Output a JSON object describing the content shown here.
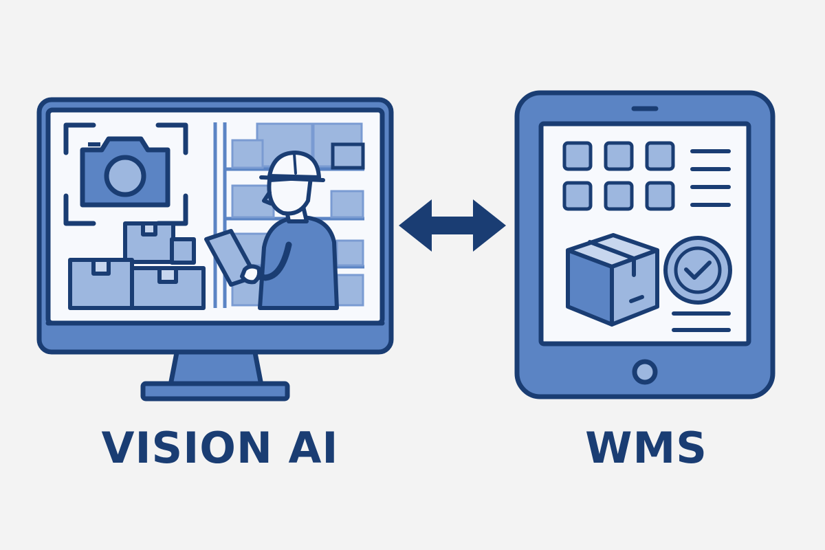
{
  "labels": {
    "left": "VISION AI",
    "right": "WMS"
  },
  "colors": {
    "background": "#f3f3f3",
    "dark_navy": "#1a3d73",
    "mid_blue": "#5b84c4",
    "light_blue": "#9db7df",
    "pale_blue": "#c7d6ee"
  },
  "icons": {
    "left_device": "desktop-monitor",
    "right_device": "tablet",
    "connector": "bidirectional-arrow",
    "camera": "camera-icon",
    "worker": "warehouse-worker",
    "package": "package-box",
    "check": "check-circle"
  }
}
